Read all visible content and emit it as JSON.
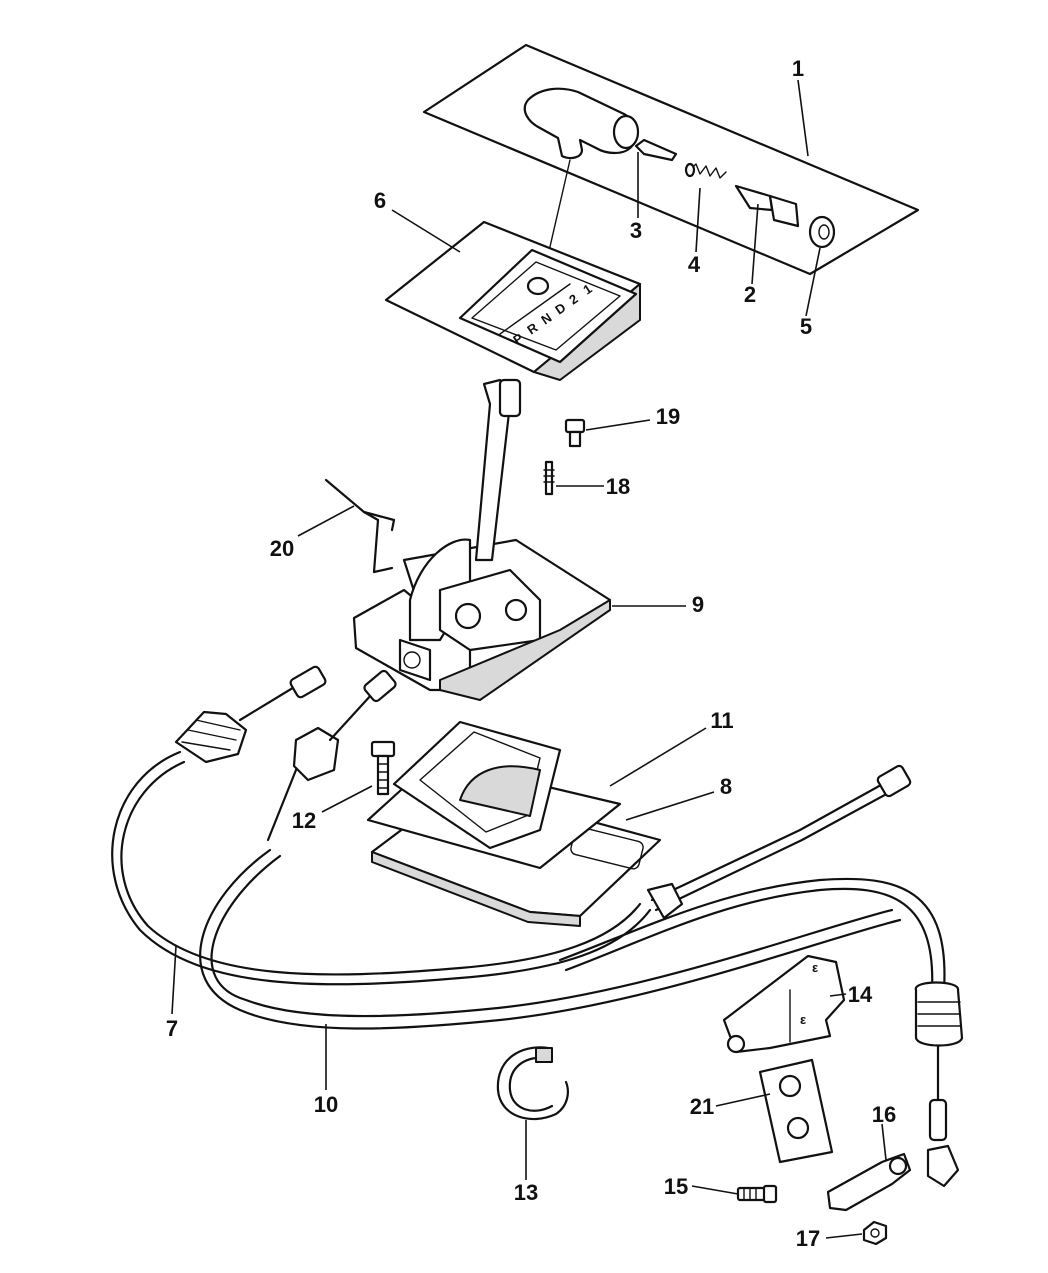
{
  "diagram": {
    "callouts": [
      "1",
      "2",
      "3",
      "4",
      "5",
      "6",
      "7",
      "8",
      "9",
      "10",
      "11",
      "12",
      "13",
      "14",
      "15",
      "16",
      "17",
      "18",
      "19",
      "20",
      "21"
    ],
    "gear_letters": [
      "P",
      "R",
      "N",
      "D",
      "2",
      "1"
    ]
  }
}
